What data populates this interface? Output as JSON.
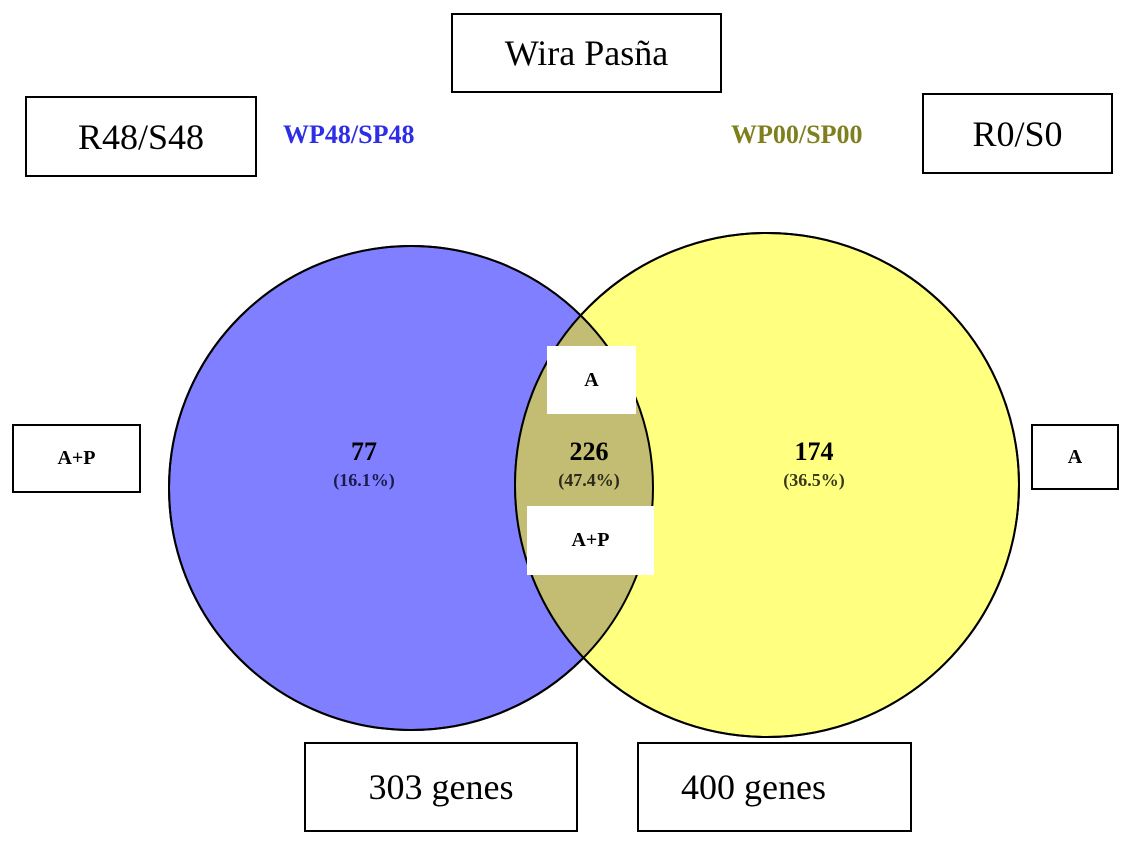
{
  "title": "Wira Pasña",
  "left_condition": "R48/S48",
  "right_condition": "R0/S0",
  "left_set": {
    "name": "WP48/SP48",
    "color": "#7f7fff",
    "label_color": "#2e2ee6",
    "only_count": "77",
    "only_percent": "(16.1%)",
    "total": "303 genes",
    "side_tag": "A+P"
  },
  "right_set": {
    "name": "WP00/SP00",
    "color": "#ffff80",
    "label_color": "#7f7f1e",
    "only_count": "174",
    "only_percent": "(36.5%)",
    "total": "400 genes",
    "side_tag": "A"
  },
  "intersection": {
    "color": "#c2bd72",
    "count": "226",
    "percent": "(47.4%)",
    "tag_top": "A",
    "tag_bottom": "A+P"
  }
}
